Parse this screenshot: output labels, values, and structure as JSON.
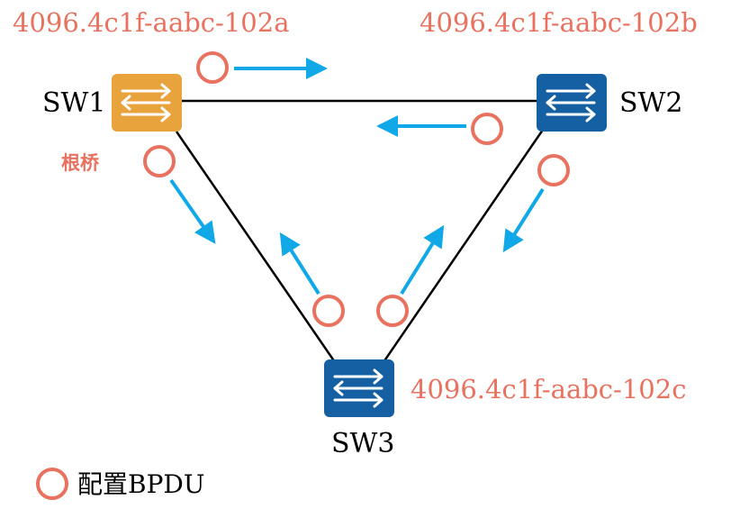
{
  "colors": {
    "mac_label": "#E8725F",
    "bpdu_circle": "#E8725F",
    "arrow": "#11A8E8",
    "link": "#000000",
    "root_switch": "#E8A33D",
    "switch": "#155FA3",
    "switch_symbol": "#FFFFFF",
    "text": "#000000"
  },
  "switches": [
    {
      "id": "sw1",
      "name": "SW1",
      "mac": "4096.4c1f-aabc-102a",
      "role": "根桥",
      "is_root": true
    },
    {
      "id": "sw2",
      "name": "SW2",
      "mac": "4096.4c1f-aabc-102b",
      "is_root": false
    },
    {
      "id": "sw3",
      "name": "SW3",
      "mac": "4096.4c1f-aabc-102c",
      "is_root": false
    }
  ],
  "links": [
    {
      "from": "SW1",
      "to": "SW2"
    },
    {
      "from": "SW1",
      "to": "SW3"
    },
    {
      "from": "SW2",
      "to": "SW3"
    }
  ],
  "bpdu_flows": [
    {
      "from": "SW1",
      "to": "SW2"
    },
    {
      "from": "SW2",
      "to": "SW1"
    },
    {
      "from": "SW1",
      "to": "SW3"
    },
    {
      "from": "SW3",
      "to": "SW1"
    },
    {
      "from": "SW2",
      "to": "SW3"
    },
    {
      "from": "SW3",
      "to": "SW2"
    }
  ],
  "legend": {
    "icon": "circle-icon",
    "label": "配置BPDU"
  }
}
